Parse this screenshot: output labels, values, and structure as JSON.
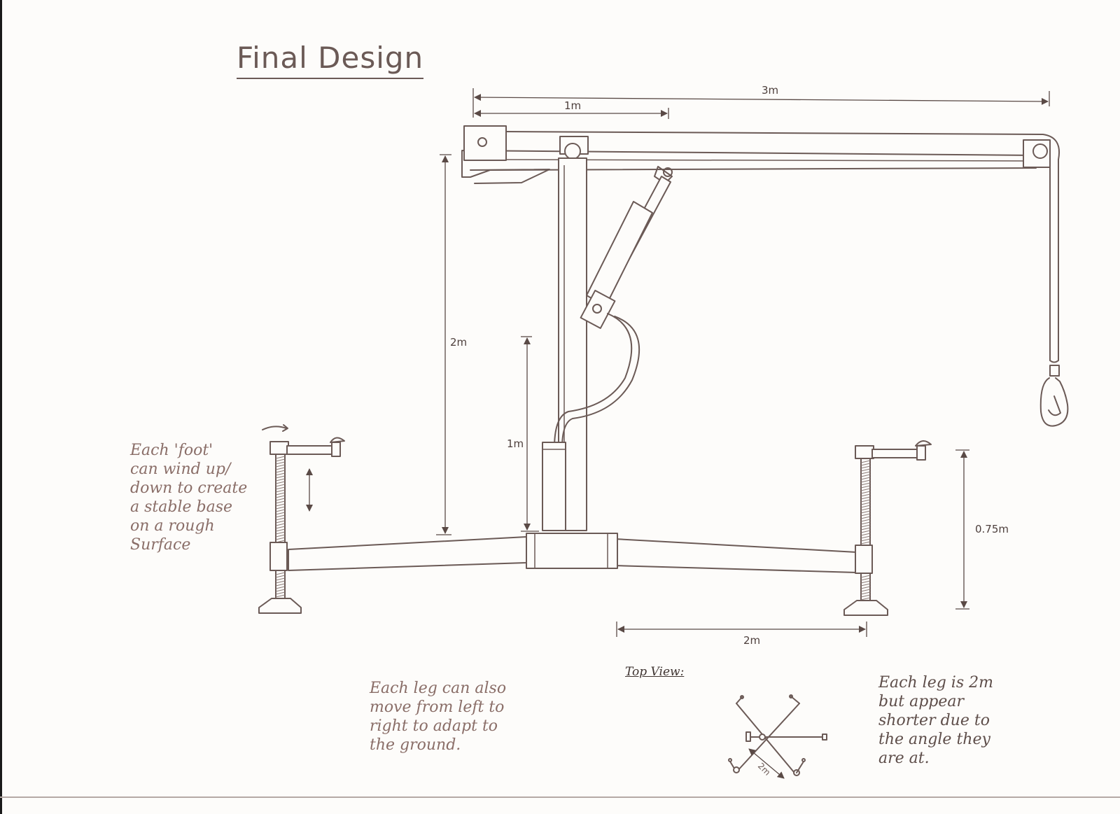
{
  "title": "Final Design",
  "dimensions": {
    "jib_length": "3m",
    "jib_inner": "1m",
    "mast_height": "2m",
    "ram_height": "1m",
    "foot_height": "0.75m",
    "leg_span": "2m"
  },
  "notes": {
    "foot": "Each 'foot'\ncan wind up/\ndown to create\na stable base\non a rough\nSurface",
    "leg_move": "Each leg can also\nmove from left to\nright to adapt to\nthe ground.",
    "leg_length": "Each leg is 2m\nbut appear\nshorter due to\nthe angle they\nare at."
  },
  "top_view": {
    "title": "Top View:",
    "leg_label": "2m"
  },
  "colors": {
    "pencil": "#6b5a56",
    "paper": "#fdfcfa"
  }
}
